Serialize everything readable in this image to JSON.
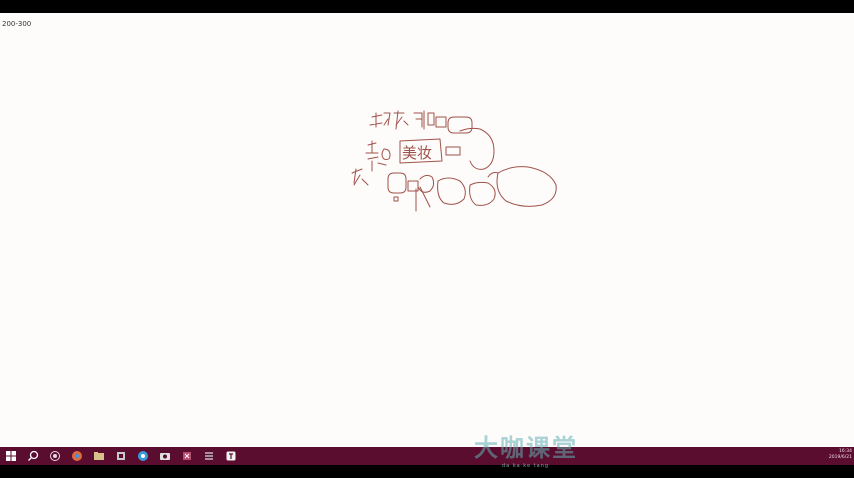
{
  "canvas": {
    "label": "200-300",
    "background": "#fdfcfb",
    "ink_color": "#a0524a",
    "sketch_text": "美妆"
  },
  "taskbar": {
    "color": "#5a0d2e",
    "icons": [
      "start-icon",
      "search-icon",
      "task-view-icon",
      "browser-icon",
      "file-explorer-icon",
      "app-icon",
      "app-icon",
      "app-icon",
      "camera-icon",
      "app-icon",
      "app-icon",
      "app-icon"
    ],
    "clock_time": "16:34",
    "clock_date": "2019/6/21"
  },
  "watermark": {
    "title": "大咖课堂",
    "subtitle": "da  ka  ke  tang"
  }
}
